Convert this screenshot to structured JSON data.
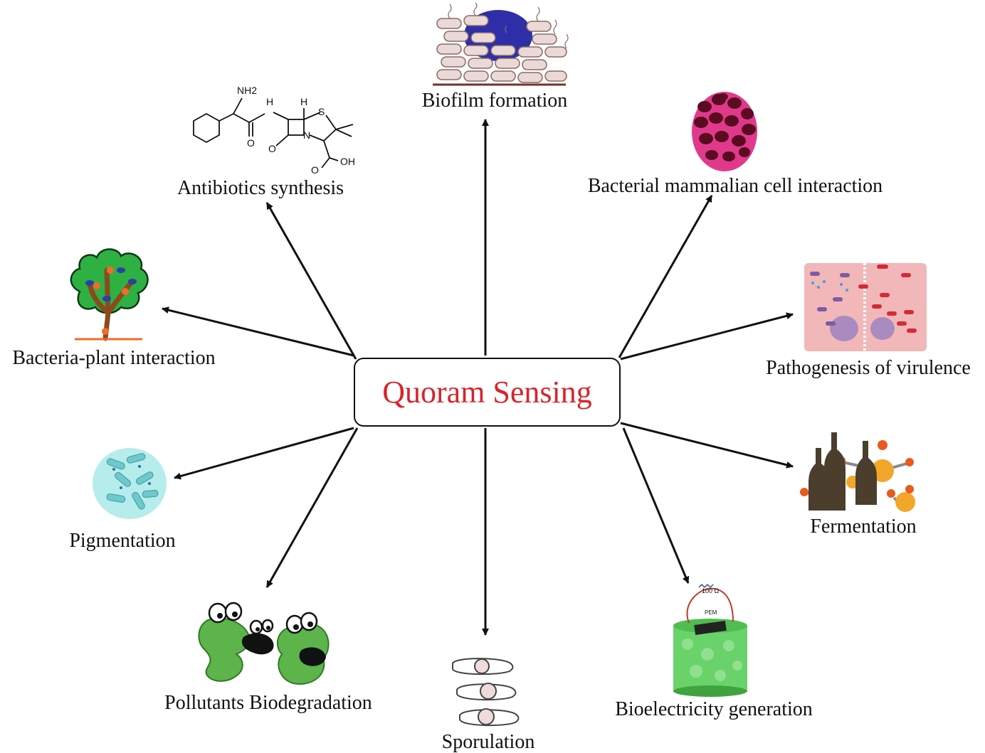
{
  "center": {
    "label": "Quoram Sensing"
  },
  "nodes": [
    {
      "id": "biofilm",
      "label": "Biofilm formation",
      "icon": "biofilm-icon"
    },
    {
      "id": "antibiotics",
      "label": "Antibiotics synthesis",
      "icon": "molecule-icon",
      "chem": {
        "nh2": "NH2",
        "h_amide": "H",
        "h_ring": "H",
        "s": "S",
        "n": "N",
        "oh": "OH",
        "o_ketone": "O",
        "o_acid": "O",
        "o_amide": "O"
      }
    },
    {
      "id": "mammalian",
      "label": "Bacterial mammalian cell interaction",
      "icon": "cell-cluster-icon"
    },
    {
      "id": "plant",
      "label": "Bacteria-plant interaction",
      "icon": "tree-icon"
    },
    {
      "id": "virulence",
      "label": "Pathogenesis of virulence",
      "icon": "tissue-icon"
    },
    {
      "id": "pigmentation",
      "label": "Pigmentation",
      "icon": "bacteria-pigment-icon"
    },
    {
      "id": "fermentation",
      "label": "Fermentation",
      "icon": "bottles-icon"
    },
    {
      "id": "biodegradation",
      "label": "Pollutants Biodegradation",
      "icon": "microbe-cartoon-icon"
    },
    {
      "id": "sporulation",
      "label": "Sporulation",
      "icon": "spores-icon"
    },
    {
      "id": "bioelectricity",
      "label": "Bioelectricity generation",
      "icon": "fuel-cell-icon",
      "circuit": {
        "resistor": "100 Ω",
        "membrane": "PEM"
      }
    }
  ],
  "colors": {
    "title": "#d8242a",
    "arrow": "#111111"
  }
}
